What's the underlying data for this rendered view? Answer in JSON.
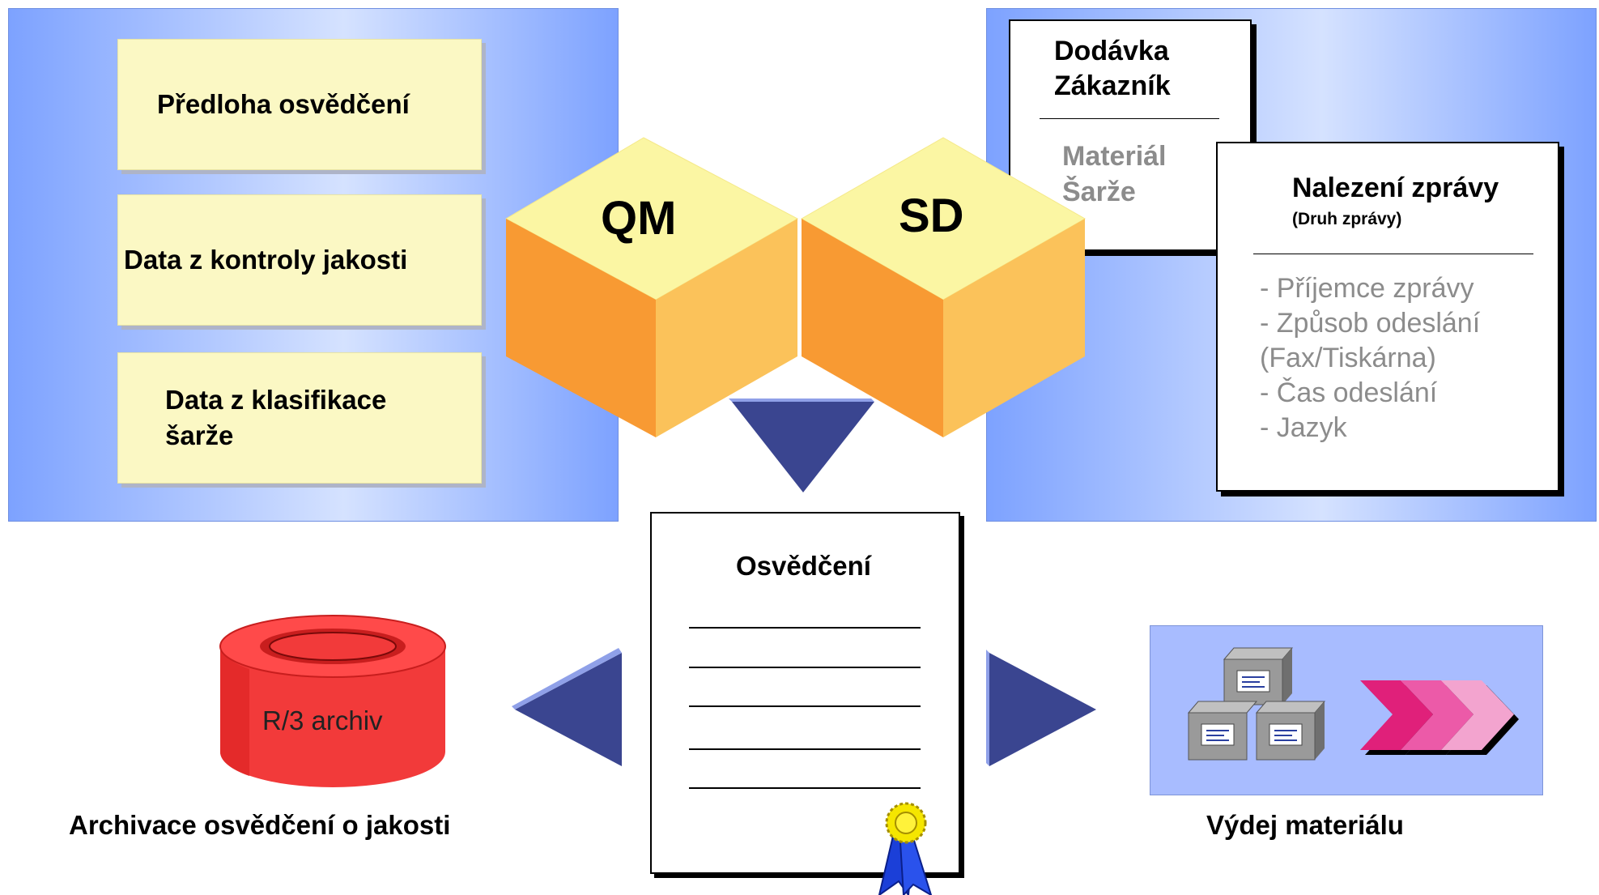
{
  "left_panel": {
    "notes": [
      {
        "text": "Předloha osvědčení"
      },
      {
        "text": "Data z kontroly jakosti"
      },
      {
        "text_line1": "Data z klasifikace",
        "text_line2": "šarže"
      }
    ]
  },
  "cubes": {
    "qm": "QM",
    "sd": "SD"
  },
  "right_panel": {
    "delivery_card": {
      "line1": "Dodávka",
      "line2": "Zákazník",
      "sub1": "Materiál",
      "sub2": "Šarže"
    },
    "message_card": {
      "title": "Nalezení zprávy",
      "subtitle": "(Druh zprávy)",
      "items": [
        "- Příjemce zprávy",
        "- Způsob odeslání",
        "(Fax/Tiskárna)",
        "- Čas odeslání",
        "- Jazyk"
      ]
    }
  },
  "certificate": {
    "title": "Osvědčení"
  },
  "archive": {
    "label": "R/3 archiv",
    "caption": "Archivace osvědčení o jakosti"
  },
  "shipping": {
    "caption": "Výdej materiálu"
  },
  "colors": {
    "panel_blue": "#7da2ff",
    "note_yellow": "#fbf8c4",
    "cube_top": "#fbf6a3",
    "cube_left": "#f89a33",
    "cube_right": "#fbc25a",
    "arrow_blue": "#3a4590",
    "archive_red": "#f23a3a",
    "chevron_pink": "#e0207a"
  }
}
